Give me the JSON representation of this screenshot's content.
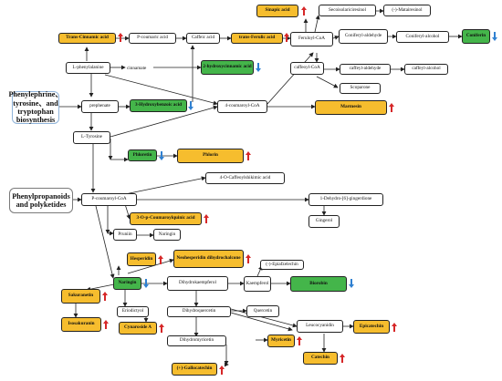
{
  "diagram": {
    "groups": {
      "phenylephrine": "Phenylephrine、tyrosine、and tryptophan biosynthesis",
      "phenylpropanoids": "Phenylpropanoids and polyketides"
    },
    "nodes": {
      "trans_cinnamic": "Trans-Cinnamic acid",
      "p_coumaric": "P-coumaric acid",
      "caffeic": "Caffeic acid",
      "trans_ferulic": "trans-Ferulic acid",
      "sinapic": "Sinapic acid",
      "secoisolariciresinol": "Secoisolariciresinol",
      "matairesinol": "(-)-Matairesinol",
      "feruloyl_coa": "Feruloyl-CoA",
      "coniferyl_aldehyde": "Coniferyl-aldehyde",
      "coniferyl_alcohol": "Coniferyl-alcohol",
      "coniferin": "Coniferin",
      "l_phenylalanine": "L-phenylalanine",
      "cinnamate": "cinnamate",
      "hydroxycinnamic": "2-hydroxycinnamic acid",
      "caffeoyl_coa": "caffeoyl-CoA",
      "caffeyl_aldehyde": "caffeyl-aldehyde",
      "caffeyl_alcohol": "caffeyl-alcohol",
      "scoparone": "Scoparone",
      "prephenate": "prephenate",
      "hydroxybenzoic": "3-Hydroxybenzoic acid",
      "coumaroyl_coa_4": "4-coumaroyl-CoA",
      "marmesin": "Marmesin",
      "l_tyrosine": "L-Tyrosine",
      "phloretin": "Phloretin",
      "phlorin": "Phlorin",
      "caffeoylshikimic": "4-O-Caffeoylshikimic acid",
      "p_coumaroyl_coa": "P-coumaroyl-CoA",
      "dehydro_gingerdione": "1-Dehydro-[6]-gingerdione",
      "gingerol": "Gingerol",
      "coumaroylquinic": "3-O-p-Coumaroylquinic acid",
      "pruniin": "Pruniin",
      "naringin": "Naringin",
      "hesperidin": "Hesperidin",
      "neohesperidin": "Neohesperidin dihydrochalcone",
      "epiafzelechin": "(-)-Epiafzelechin",
      "naringin_center": "Naringin",
      "dihydrokaempferol": "Dihydrokaempferol",
      "kaempferol": "Kaempferol",
      "biorobin": "Biorobin",
      "sakuranetin": "Sakuranetin",
      "eriodictyol": "Eriodictyol",
      "dihydroquercetin": "Dihydroquercetin",
      "quercetin": "Quercetin",
      "leucocyanidin": "Leucocyanidin",
      "epicatechin": "Epicatechin",
      "isosakuranin": "Isosakuranin",
      "cynaroside": "Cynaroside A",
      "dihydromyricetin": "Dihydromyricetin",
      "myricetin": "Myricetin",
      "catechin": "Catechin",
      "gallocatechin": "(+)-Gallocatechin"
    },
    "indicators": {
      "trans_cinnamic": "up",
      "sinapic": "up",
      "trans_ferulic": "up",
      "coniferin": "down",
      "hydroxycinnamic": "down",
      "hydroxybenzoic": "down",
      "marmesin": "up",
      "phloretin": "down",
      "phlorin": "up",
      "coumaroylquinic": "up",
      "hesperidin": "up",
      "neohesperidin": "up",
      "naringin_center": "down",
      "biorobin": "down",
      "sakuranetin": "up",
      "isosakuranin": "up",
      "cynaroside": "up",
      "myricetin": "up",
      "epicatechin": "up",
      "catechin": "up",
      "gallocatechin": "up"
    },
    "colors": {
      "up": "#d62728",
      "down": "#2f80d1",
      "orange": "#f6bd2e",
      "green": "#44b54a"
    }
  }
}
